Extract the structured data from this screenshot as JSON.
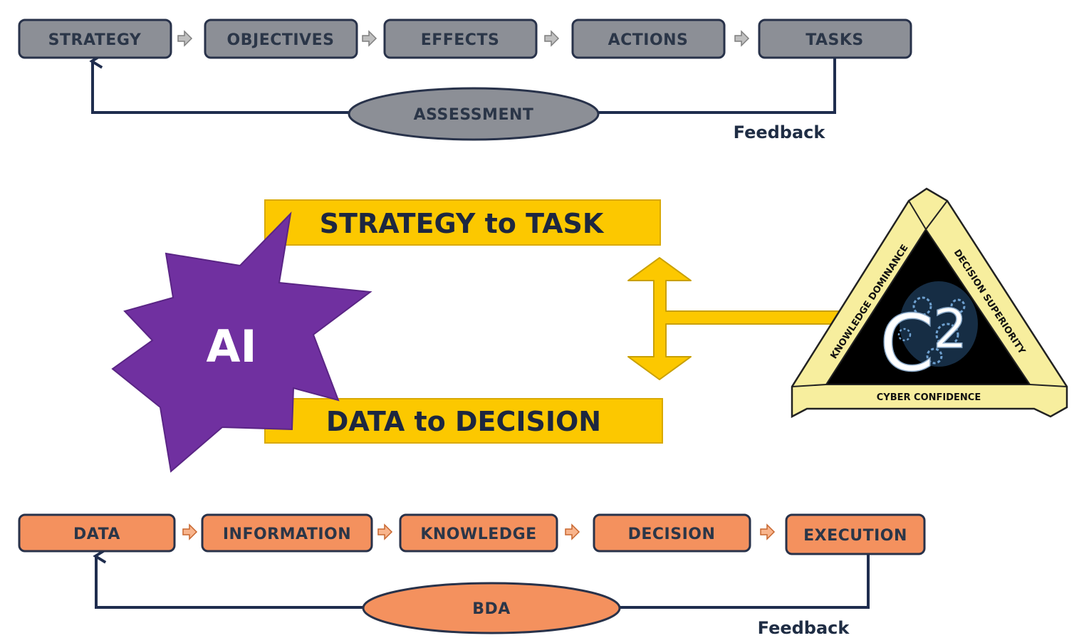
{
  "top_flow": {
    "boxes": [
      "STRATEGY",
      "OBJECTIVES",
      "EFFECTS",
      "ACTIONS",
      "TASKS"
    ],
    "assessment": "ASSESSMENT",
    "feedback": "Feedback"
  },
  "center": {
    "strategy_banner": "STRATEGY to TASK",
    "data_banner": "DATA to DECISION",
    "ai_burst": "AI",
    "triangle": {
      "left_side": "KNOWLEDGE DOMINANCE",
      "right_side": "DECISION SUPERIORITY",
      "base": "CYBER CONFIDENCE",
      "center_letter": "C",
      "center_superscript": "2"
    }
  },
  "bottom_flow": {
    "boxes": [
      "DATA",
      "INFORMATION",
      "KNOWLEDGE",
      "DECISION",
      "EXECUTION"
    ],
    "bda": "BDA",
    "feedback": "Feedback"
  },
  "colors": {
    "top_box_fill": "#8c8f96",
    "top_box_stroke": "#28324a",
    "bottom_box_fill": "#f4915e",
    "bottom_box_stroke": "#28324a",
    "banner_fill": "#fcc800",
    "ai_fill": "#7030a0",
    "triangle_frame": "#f7ee9e",
    "line_navy": "#1f2d4e"
  }
}
